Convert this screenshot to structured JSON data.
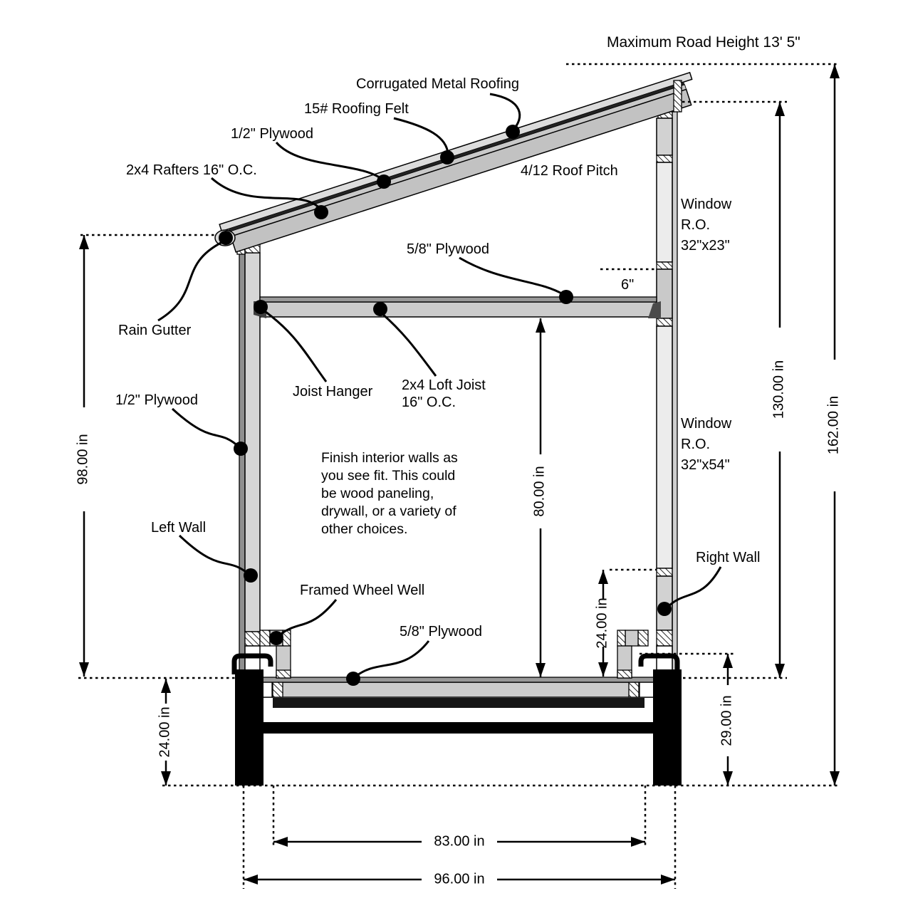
{
  "title": "Maximum Road Height 13' 5\"",
  "labels": {
    "roof_metal": "Corrugated Metal Roofing",
    "roof_felt": "15# Roofing Felt",
    "roof_plywood": "1/2\" Plywood",
    "rafters": "2x4 Rafters 16\" O.C.",
    "roof_pitch": "4/12 Roof Pitch",
    "rain_gutter": "Rain Gutter",
    "loft_plywood": "5/8\" Plywood",
    "joist_hanger": "Joist Hanger",
    "loft_joist_line1": "2x4 Loft Joist",
    "loft_joist_line2": "16\" O.C.",
    "wall_plywood": "1/2\" Plywood",
    "left_wall": "Left Wall",
    "right_wall": "Right Wall",
    "wheel_well": "Framed Wheel Well",
    "floor_plywood": "5/8\" Plywood",
    "gap_6in": "6\"",
    "window_upper": {
      "l1": "Window",
      "l2": "R.O.",
      "l3": "32\"x23\""
    },
    "window_lower": {
      "l1": "Window",
      "l2": "R.O.",
      "l3": "32\"x54\""
    },
    "note": {
      "l1": "Finish interior walls as",
      "l2": "you see fit. This could",
      "l3": "be wood paneling,",
      "l4": "drywall, or a variety of",
      "l5": "other choices."
    }
  },
  "dimensions": {
    "left_wall_height": "98.00 in",
    "interior_height": "80.00 in",
    "window_to_floor": "24.00 in",
    "ground_clearance": "24.00 in",
    "floor_height": "29.00 in",
    "right_wall_height": "130.00 in",
    "total_height": "162.00 in",
    "interior_width": "83.00 in",
    "total_width": "96.00 in"
  }
}
